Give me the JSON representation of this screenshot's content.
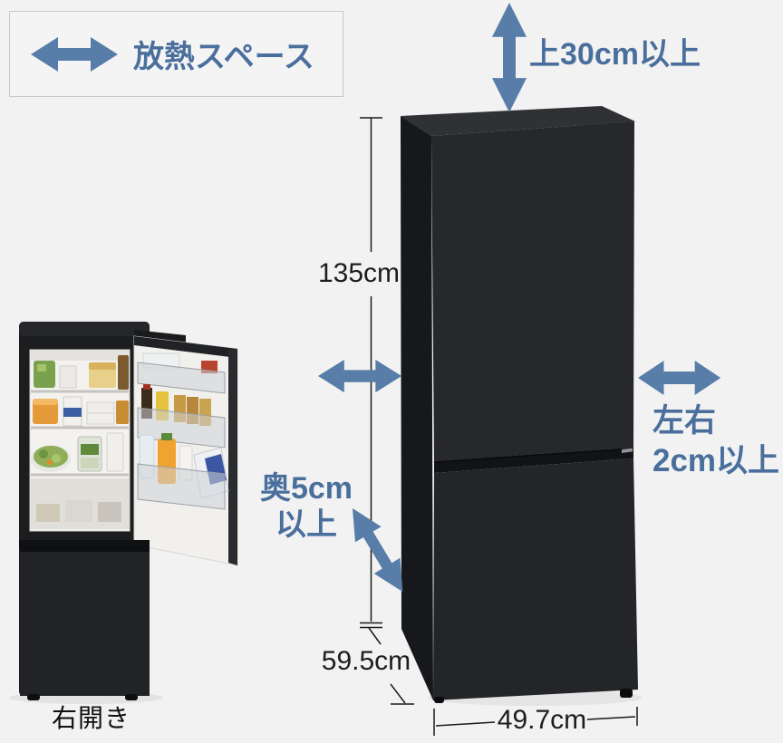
{
  "colors": {
    "background": "#f2f2f2",
    "arrow_blue": "#577da8",
    "label_blue": "#4a6f9d",
    "dimension_text": "#1d1d1d",
    "dimension_line": "#1a1a1a",
    "legend_border": "#c9c9c9",
    "fridge_black": "#242528"
  },
  "legend": {
    "label": "放熱スペース"
  },
  "clearances": {
    "top": {
      "label": "上30cm以上"
    },
    "sides": {
      "line1": "左右",
      "line2": "2cm以上"
    },
    "back": {
      "line1": "奥5cm",
      "line2": "以上"
    }
  },
  "dimensions": {
    "height": "135cm",
    "depth": "59.5cm",
    "width": "49.7cm"
  },
  "open_fridge": {
    "caption": "右開き"
  }
}
